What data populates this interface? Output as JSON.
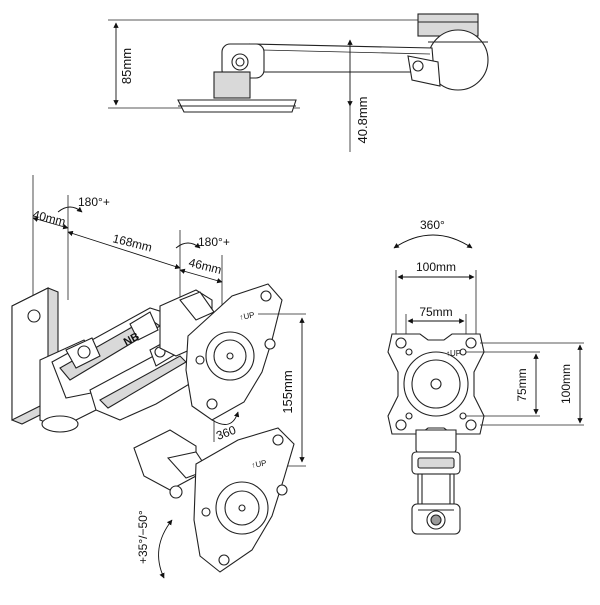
{
  "dimensions": {
    "height_85": "85mm",
    "height_40_8": "40.8mm",
    "rot_180_top": "180°+",
    "offset_40": "40mm",
    "arm_168": "168mm",
    "rot_180_mid": "180°+",
    "offset_46": "46mm",
    "vesa_155": "155mm",
    "rot_360_plate": "360",
    "tilt_range": "+35°/−50°",
    "rot_360_right": "360°",
    "width_100": "100mm",
    "width_75": "75mm",
    "height_75": "75mm",
    "height_100": "100mm"
  }
}
